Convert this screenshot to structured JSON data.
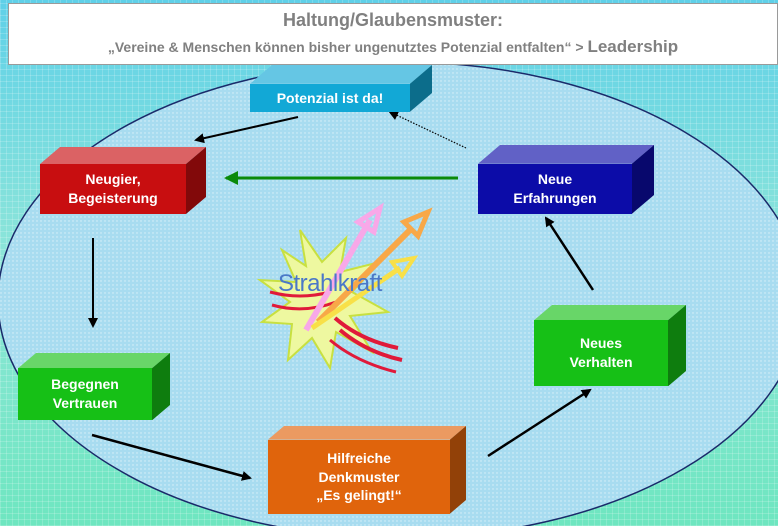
{
  "header": {
    "title": "Haltung/Glaubensmuster:",
    "subtitle": "„Vereine & Menschen können bisher ungenutztes Potenzial entfalten“ > ",
    "subtitle_emphasis": "Leadership"
  },
  "nodes": {
    "potenzial": {
      "label": "Potenzial ist da!",
      "color": "#12a8d6"
    },
    "neugier": {
      "label": "Neugier,\nBegeisterung",
      "color": "#c80e10"
    },
    "neue_erfahrungen": {
      "label": "Neue\nErfahrungen",
      "color": "#0c0ca8"
    },
    "begegnen": {
      "label": "Begegnen\nVertrauen",
      "color": "#16c016"
    },
    "hilfreiche": {
      "label": "Hilfreiche\nDenkmuster\n„Es gelingt!“",
      "color": "#e0640c"
    },
    "neues_verhalten": {
      "label": "Neues\nVerhalten",
      "color": "#16c016"
    }
  },
  "center": {
    "label": "Strahlkraft"
  }
}
